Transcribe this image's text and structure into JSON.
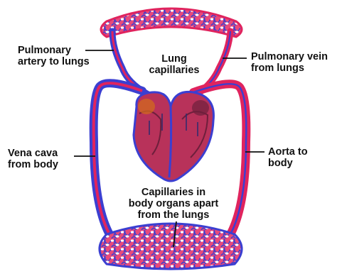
{
  "labels": {
    "pulmonary_artery": [
      "Pulmonary",
      "artery to lungs"
    ],
    "lung_capillaries": [
      "Lung",
      "capillaries"
    ],
    "pulmonary_vein": [
      "Pulmonary vein",
      "from lungs"
    ],
    "vena_cava": [
      "Vena cava",
      "from body"
    ],
    "aorta": [
      "Aorta to",
      "body"
    ],
    "body_capillaries": [
      "Capillaries in",
      "body organs apart",
      "from the lungs"
    ]
  },
  "colors": {
    "oxygenated": "#e0245e",
    "deoxygenated": "#3b3fd1",
    "heart_fill": "#b8325a",
    "heart_dark": "#6e1f3c",
    "capillary_bg": "#e84a7a",
    "pointer": "#111111"
  }
}
